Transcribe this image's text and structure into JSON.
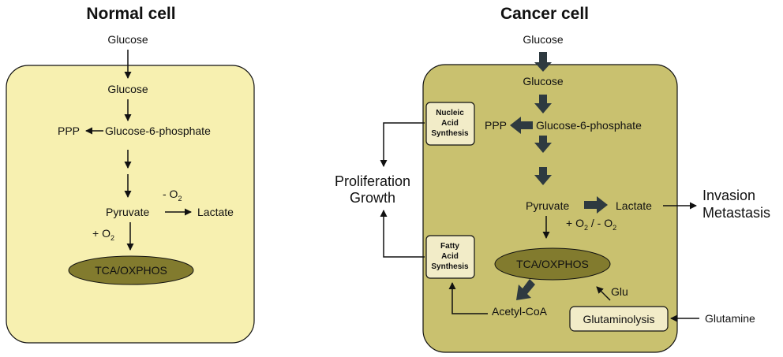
{
  "normal": {
    "title": "Normal cell",
    "glucose_outside": "Glucose",
    "glucose_inside": "Glucose",
    "ppp": "PPP",
    "g6p": "Glucose-6-phosphate",
    "o2_minus_sign": "- O",
    "o2_sub": "2",
    "pyruvate": "Pyruvate",
    "lactate": "Lactate",
    "o2_plus_sign": "+ O",
    "o2_plus_sub": "2",
    "tca": "TCA/OXPHOS"
  },
  "cancer": {
    "title": "Cancer cell",
    "glucose_outside": "Glucose",
    "glucose_inside": "Glucose",
    "ppp": "PPP",
    "g6p": "Glucose-6-phosphate",
    "nucleic_line1": "Nucleic",
    "nucleic_line2": "Acid",
    "nucleic_line3": "Synthesis",
    "fatty_line1": "Fatty",
    "fatty_line2": "Acid",
    "fatty_line3": "Synthesis",
    "pyruvate": "Pyruvate",
    "lactate": "Lactate",
    "o2_plus": "+ O",
    "o2_plus_sub": "2",
    "o2_slash": " / - O",
    "o2_minus_sub": "2",
    "tca": "TCA/OXPHOS",
    "glu": "Glu",
    "acetyl": "Acetyl-CoA",
    "glutaminolysis": "Glutaminolysis",
    "glutamine": "Glutamine",
    "proliferation": "Proliferation",
    "growth": "Growth",
    "invasion": "Invasion",
    "metastasis": "Metastasis"
  },
  "colors": {
    "normal_cell_fill": "#f7f0b0",
    "cancer_cell_fill": "#c9c16f",
    "tca_fill": "#827b2e",
    "box_fill": "#f2ecc8",
    "arrow_dark": "#2e3a40"
  }
}
